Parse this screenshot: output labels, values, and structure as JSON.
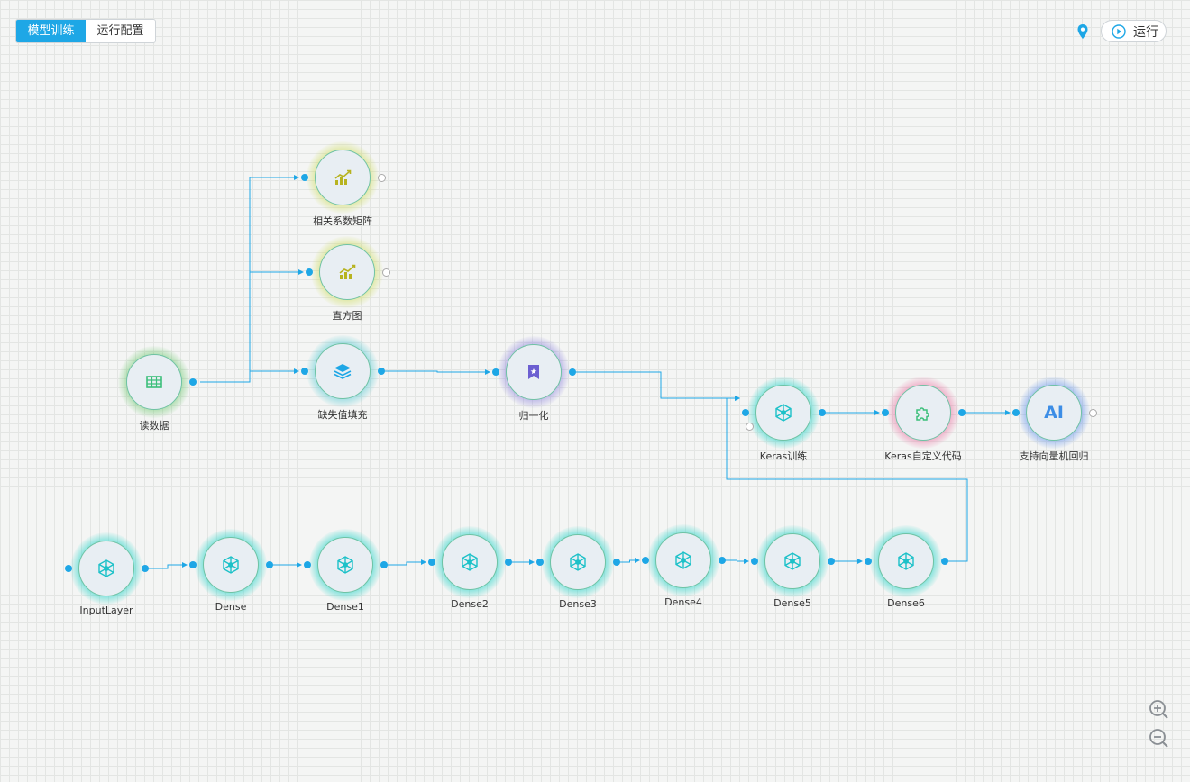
{
  "tabs": [
    {
      "label": "模型训练",
      "active": true
    },
    {
      "label": "运行配置",
      "active": false
    }
  ],
  "toolbar": {
    "run_label": "运行"
  },
  "accent_color": "#1ea7e6",
  "nodes": [
    {
      "id": "read",
      "label": "读数据",
      "icon": "table-icon"
    },
    {
      "id": "corr",
      "label": "相关系数矩阵",
      "icon": "bar-chart-icon"
    },
    {
      "id": "hist",
      "label": "直方图",
      "icon": "bar-chart-icon"
    },
    {
      "id": "fill",
      "label": "缺失值填充",
      "icon": "layers-icon"
    },
    {
      "id": "norm",
      "label": "归一化",
      "icon": "bookmark-icon"
    },
    {
      "id": "keras",
      "label": "Keras训练",
      "icon": "network-icon"
    },
    {
      "id": "kcode",
      "label": "Keras自定义代码",
      "icon": "puzzle-icon"
    },
    {
      "id": "svr",
      "label": "支持向量机回归",
      "icon": "ai-icon",
      "icon_text": "AI"
    },
    {
      "id": "input",
      "label": "InputLayer",
      "icon": "network-icon"
    },
    {
      "id": "d0",
      "label": "Dense",
      "icon": "network-icon"
    },
    {
      "id": "d1",
      "label": "Dense1",
      "icon": "network-icon"
    },
    {
      "id": "d2",
      "label": "Dense2",
      "icon": "network-icon"
    },
    {
      "id": "d3",
      "label": "Dense3",
      "icon": "network-icon"
    },
    {
      "id": "d4",
      "label": "Dense4",
      "icon": "network-icon"
    },
    {
      "id": "d5",
      "label": "Dense5",
      "icon": "network-icon"
    },
    {
      "id": "d6",
      "label": "Dense6",
      "icon": "network-icon"
    }
  ],
  "edges": [
    [
      "read",
      "corr"
    ],
    [
      "read",
      "hist"
    ],
    [
      "read",
      "fill"
    ],
    [
      "fill",
      "norm"
    ],
    [
      "norm",
      "keras"
    ],
    [
      "keras",
      "kcode"
    ],
    [
      "kcode",
      "svr"
    ],
    [
      "input",
      "d0"
    ],
    [
      "d0",
      "d1"
    ],
    [
      "d1",
      "d2"
    ],
    [
      "d2",
      "d3"
    ],
    [
      "d3",
      "d4"
    ],
    [
      "d4",
      "d5"
    ],
    [
      "d5",
      "d6"
    ],
    [
      "d6",
      "keras"
    ]
  ]
}
